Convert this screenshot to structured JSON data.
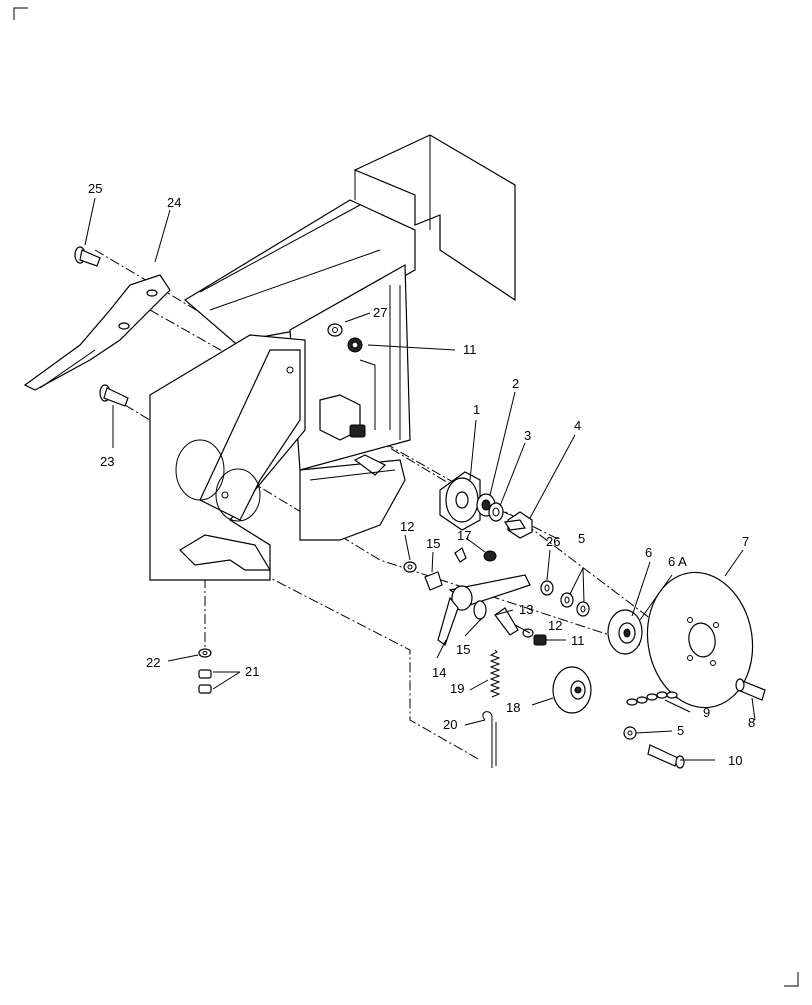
{
  "callouts": [
    {
      "id": "1",
      "text": "1"
    },
    {
      "id": "2",
      "text": "2"
    },
    {
      "id": "3",
      "text": "3"
    },
    {
      "id": "4",
      "text": "4"
    },
    {
      "id": "5a",
      "text": "5"
    },
    {
      "id": "5b",
      "text": "5"
    },
    {
      "id": "6",
      "text": "6"
    },
    {
      "id": "6A",
      "text": "6 A"
    },
    {
      "id": "7",
      "text": "7"
    },
    {
      "id": "8",
      "text": "8"
    },
    {
      "id": "9",
      "text": "9"
    },
    {
      "id": "10",
      "text": "10"
    },
    {
      "id": "11a",
      "text": "11"
    },
    {
      "id": "11b",
      "text": "11"
    },
    {
      "id": "12a",
      "text": "12"
    },
    {
      "id": "12b",
      "text": "12"
    },
    {
      "id": "13",
      "text": "13"
    },
    {
      "id": "14",
      "text": "14"
    },
    {
      "id": "15a",
      "text": "15"
    },
    {
      "id": "15b",
      "text": "15"
    },
    {
      "id": "17",
      "text": "17"
    },
    {
      "id": "18",
      "text": "18"
    },
    {
      "id": "19",
      "text": "19"
    },
    {
      "id": "20",
      "text": "20"
    },
    {
      "id": "21",
      "text": "21"
    },
    {
      "id": "22",
      "text": "22"
    },
    {
      "id": "23",
      "text": "23"
    },
    {
      "id": "24",
      "text": "24"
    },
    {
      "id": "25",
      "text": "25"
    },
    {
      "id": "26",
      "text": "26"
    },
    {
      "id": "27",
      "text": "27"
    }
  ]
}
